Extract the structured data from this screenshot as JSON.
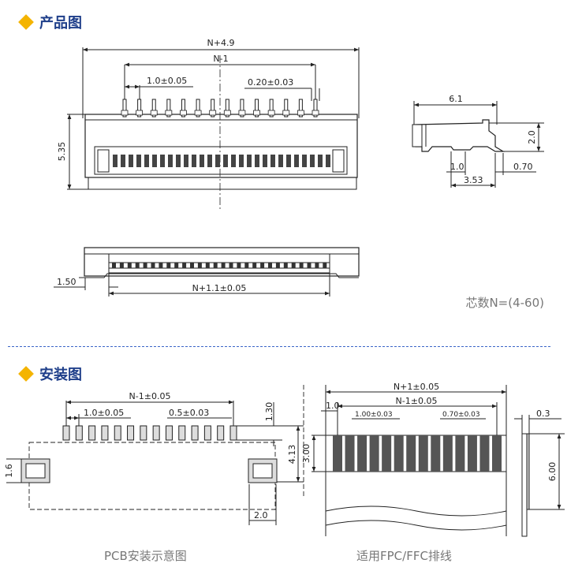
{
  "sections": {
    "product": {
      "title": "产品图"
    },
    "install": {
      "title": "安装图"
    }
  },
  "top_view": {
    "overall_width": "N+4.9",
    "pin_span": "N-1",
    "pitch": "1.0±0.05",
    "pin_width": "0.20±0.03",
    "height": "5.35"
  },
  "side_view": {
    "depth": "6.1",
    "height": "2.0",
    "contact_offset": "1.0",
    "tail_length": "0.70",
    "base_length": "3.53"
  },
  "front_view": {
    "opening_width": "N+1.1±0.05",
    "edge_offset": "1.50"
  },
  "pin_count_note": "芯数N=(4-60)",
  "pcb_layout": {
    "pad_span": "N-1±0.05",
    "pitch": "1.0±0.05",
    "pad_width": "0.5±0.03",
    "pad_length": "1.30",
    "pad_to_tab": "4.13",
    "tab_height": "1.6",
    "tab_width": "2.0",
    "caption": "PCB安装示意图"
  },
  "fpc_cable": {
    "total_width": "N+1±0.05",
    "contact_span": "N-1±0.05",
    "edge_offset": "1.0",
    "pitch": "1.00±0.03",
    "contact_width": "0.70±0.03",
    "thickness": "0.3",
    "contact_length": "3.00",
    "stiffener_length": "6.00",
    "caption": "适用FPC/FFC排线"
  }
}
